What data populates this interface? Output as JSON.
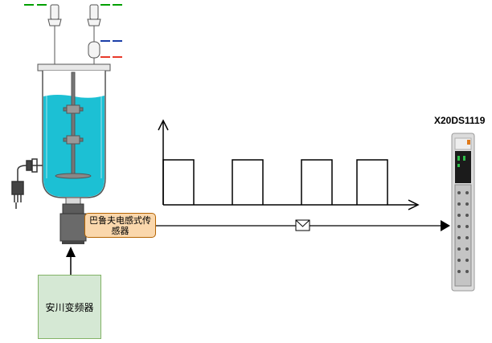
{
  "sensor_label": "巴鲁夫电感式传感器",
  "vfd_label": "安川变频器",
  "module_label": "X20DS1119",
  "colors": {
    "liquid": "#1cc0d4",
    "sensor_fill": "#fad7ac",
    "sensor_border": "#b46504",
    "vfd_fill": "#d5e8d4",
    "vfd_border": "#82b366",
    "line_green": "#00a000",
    "line_blue": "#1a3ea8",
    "line_red": "#e83a2a"
  },
  "icons": [
    "envelope-icon",
    "power-plug-icon",
    "sensor-probe-icon",
    "agitator-icon",
    "io-module-icon"
  ]
}
